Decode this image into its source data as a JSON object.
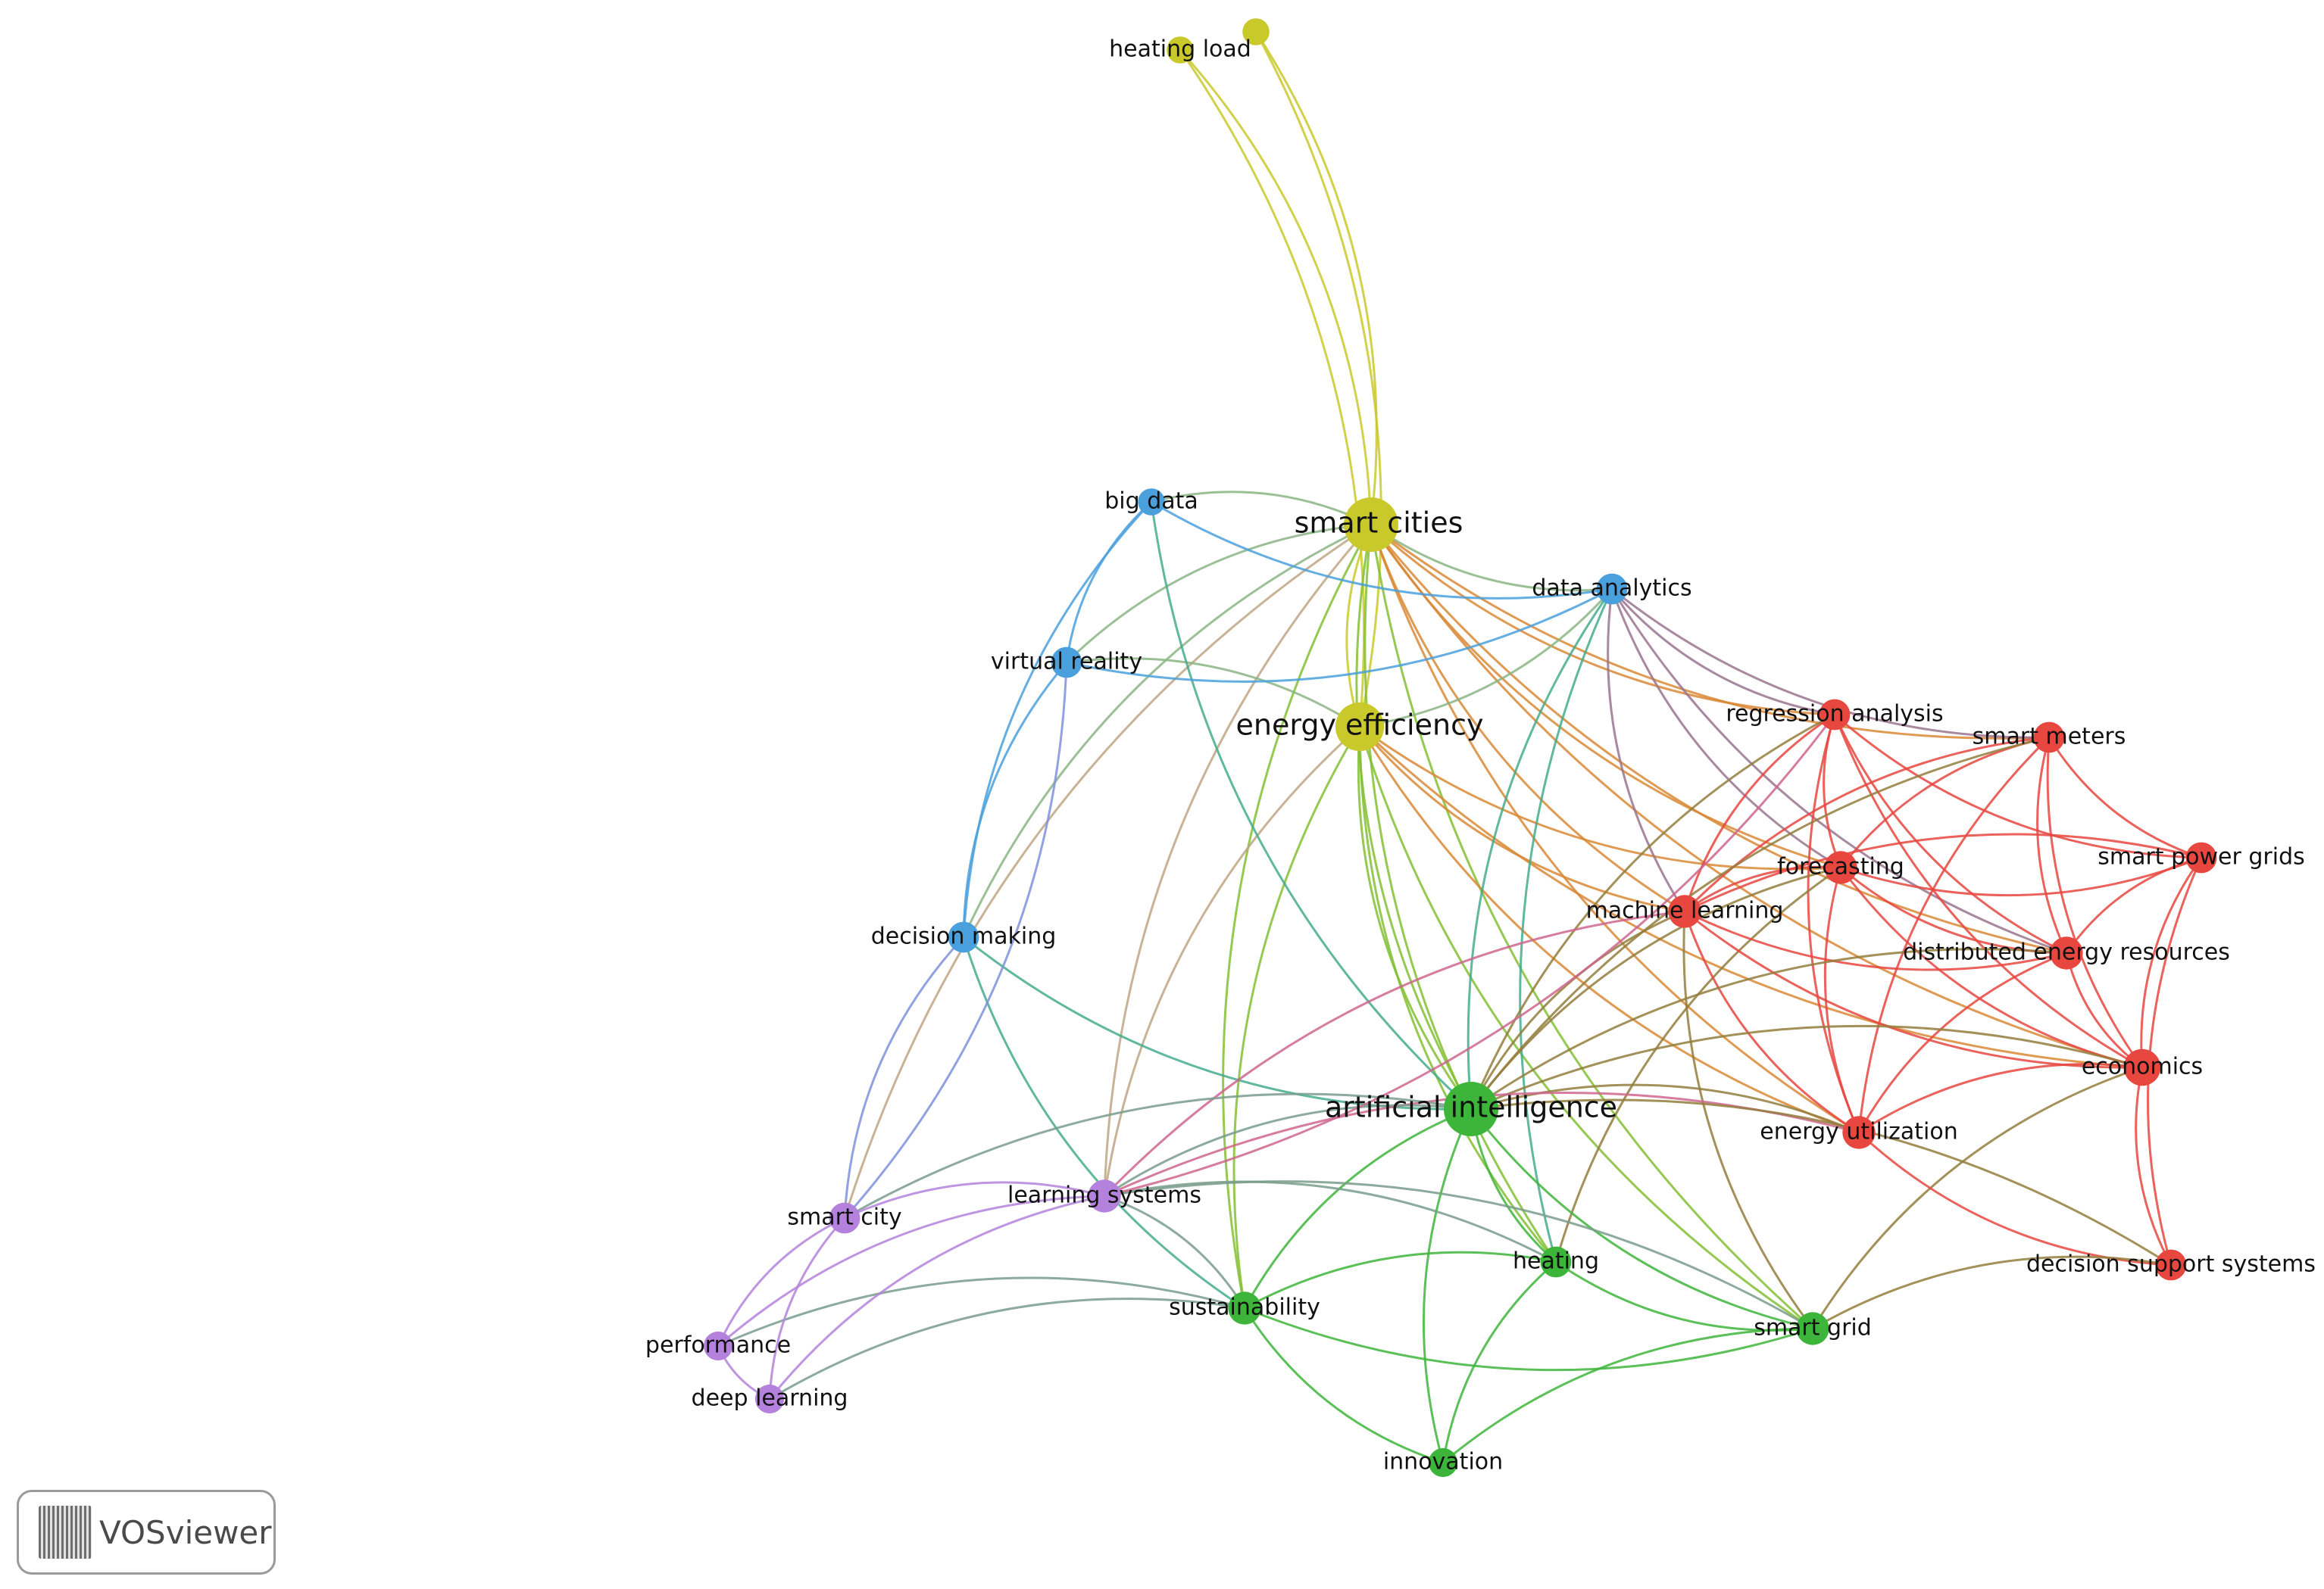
{
  "colors": {
    "red": "#e8473f",
    "green": "#3db53a",
    "blue": "#4aa0dd",
    "yellow": "#c9c92b",
    "purple": "#b482dc",
    "label": "#111111"
  },
  "nodes": [
    {
      "id": "smart_cities",
      "label": "smart cities",
      "cluster": "yellow",
      "weight": 1.0
    },
    {
      "id": "heating_load",
      "label": "heating load",
      "cluster": "yellow",
      "weight": 0.3
    },
    {
      "id": "yellow_unlabeled",
      "label": "",
      "cluster": "yellow",
      "weight": 0.3
    },
    {
      "id": "energy_efficiency",
      "label": "energy efficiency",
      "cluster": "yellow",
      "weight": 0.85
    },
    {
      "id": "big_data",
      "label": "big data",
      "cluster": "blue",
      "weight": 0.3
    },
    {
      "id": "virtual_reality",
      "label": "virtual reality",
      "cluster": "blue",
      "weight": 0.4
    },
    {
      "id": "data_analytics",
      "label": "data analytics",
      "cluster": "blue",
      "weight": 0.4
    },
    {
      "id": "decision_making",
      "label": "decision making",
      "cluster": "blue",
      "weight": 0.4
    },
    {
      "id": "regression_analysis",
      "label": "regression analysis",
      "cluster": "red",
      "weight": 0.4
    },
    {
      "id": "smart_meters",
      "label": "smart meters",
      "cluster": "red",
      "weight": 0.4
    },
    {
      "id": "forecasting",
      "label": "forecasting",
      "cluster": "red",
      "weight": 0.45
    },
    {
      "id": "smart_power_grids",
      "label": "smart power grids",
      "cluster": "red",
      "weight": 0.4
    },
    {
      "id": "machine_learning",
      "label": "machine learning",
      "cluster": "red",
      "weight": 0.45
    },
    {
      "id": "distributed_energy_resources",
      "label": "distributed energy resources",
      "cluster": "red",
      "weight": 0.45
    },
    {
      "id": "economics",
      "label": "economics",
      "cluster": "red",
      "weight": 0.55
    },
    {
      "id": "energy_utilization",
      "label": "energy utilization",
      "cluster": "red",
      "weight": 0.45
    },
    {
      "id": "decision_support_systems",
      "label": "decision support systems",
      "cluster": "red",
      "weight": 0.4
    },
    {
      "id": "artificial_intelligence",
      "label": "artificial intelligence",
      "cluster": "green",
      "weight": 1.0
    },
    {
      "id": "heating",
      "label": "heating",
      "cluster": "green",
      "weight": 0.4
    },
    {
      "id": "sustainability",
      "label": "sustainability",
      "cluster": "green",
      "weight": 0.45
    },
    {
      "id": "smart_grid",
      "label": "smart grid",
      "cluster": "green",
      "weight": 0.45
    },
    {
      "id": "innovation",
      "label": "innovation",
      "cluster": "green",
      "weight": 0.35
    },
    {
      "id": "learning_systems",
      "label": "learning systems",
      "cluster": "purple",
      "weight": 0.45
    },
    {
      "id": "smart_city",
      "label": "smart city",
      "cluster": "purple",
      "weight": 0.4
    },
    {
      "id": "performance",
      "label": "performance",
      "cluster": "purple",
      "weight": 0.35
    },
    {
      "id": "deep_learning",
      "label": "deep learning",
      "cluster": "purple",
      "weight": 0.35
    }
  ],
  "edges": [
    [
      "smart_cities",
      "heating_load"
    ],
    [
      "smart_cities",
      "yellow_unlabeled"
    ],
    [
      "energy_efficiency",
      "heating_load"
    ],
    [
      "energy_efficiency",
      "yellow_unlabeled"
    ],
    [
      "smart_cities",
      "energy_efficiency"
    ],
    [
      "smart_cities",
      "big_data"
    ],
    [
      "smart_cities",
      "virtual_reality"
    ],
    [
      "smart_cities",
      "data_analytics"
    ],
    [
      "smart_cities",
      "regression_analysis"
    ],
    [
      "smart_cities",
      "smart_meters"
    ],
    [
      "smart_cities",
      "forecasting"
    ],
    [
      "smart_cities",
      "machine_learning"
    ],
    [
      "smart_cities",
      "distributed_energy_resources"
    ],
    [
      "smart_cities",
      "economics"
    ],
    [
      "smart_cities",
      "energy_utilization"
    ],
    [
      "smart_cities",
      "artificial_intelligence"
    ],
    [
      "smart_cities",
      "heating"
    ],
    [
      "smart_cities",
      "sustainability"
    ],
    [
      "smart_cities",
      "smart_grid"
    ],
    [
      "smart_cities",
      "decision_making"
    ],
    [
      "smart_cities",
      "smart_city"
    ],
    [
      "smart_cities",
      "learning_systems"
    ],
    [
      "energy_efficiency",
      "virtual_reality"
    ],
    [
      "energy_efficiency",
      "data_analytics"
    ],
    [
      "energy_efficiency",
      "machine_learning"
    ],
    [
      "energy_efficiency",
      "forecasting"
    ],
    [
      "energy_efficiency",
      "economics"
    ],
    [
      "energy_efficiency",
      "energy_utilization"
    ],
    [
      "energy_efficiency",
      "artificial_intelligence"
    ],
    [
      "energy_efficiency",
      "heating"
    ],
    [
      "energy_efficiency",
      "sustainability"
    ],
    [
      "energy_efficiency",
      "smart_grid"
    ],
    [
      "energy_efficiency",
      "learning_systems"
    ],
    [
      "big_data",
      "virtual_reality"
    ],
    [
      "big_data",
      "data_analytics"
    ],
    [
      "big_data",
      "decision_making"
    ],
    [
      "big_data",
      "artificial_intelligence"
    ],
    [
      "virtual_reality",
      "decision_making"
    ],
    [
      "virtual_reality",
      "data_analytics"
    ],
    [
      "data_analytics",
      "regression_analysis"
    ],
    [
      "data_analytics",
      "forecasting"
    ],
    [
      "data_analytics",
      "smart_meters"
    ],
    [
      "data_analytics",
      "machine_learning"
    ],
    [
      "data_analytics",
      "distributed_energy_resources"
    ],
    [
      "data_analytics",
      "heating"
    ],
    [
      "data_analytics",
      "artificial_intelligence"
    ],
    [
      "decision_making",
      "smart_city"
    ],
    [
      "decision_making",
      "artificial_intelligence"
    ],
    [
      "decision_making",
      "sustainability"
    ],
    [
      "regression_analysis",
      "forecasting"
    ],
    [
      "regression_analysis",
      "machine_learning"
    ],
    [
      "regression_analysis",
      "economics"
    ],
    [
      "regression_analysis",
      "distributed_energy_resources"
    ],
    [
      "regression_analysis",
      "smart_power_grids"
    ],
    [
      "regression_analysis",
      "energy_utilization"
    ],
    [
      "regression_analysis",
      "artificial_intelligence"
    ],
    [
      "smart_meters",
      "forecasting"
    ],
    [
      "smart_meters",
      "smart_power_grids"
    ],
    [
      "smart_meters",
      "distributed_energy_resources"
    ],
    [
      "smart_meters",
      "economics"
    ],
    [
      "smart_meters",
      "machine_learning"
    ],
    [
      "smart_meters",
      "energy_utilization"
    ],
    [
      "smart_meters",
      "artificial_intelligence"
    ],
    [
      "forecasting",
      "machine_learning"
    ],
    [
      "forecasting",
      "smart_power_grids"
    ],
    [
      "forecasting",
      "distributed_energy_resources"
    ],
    [
      "forecasting",
      "economics"
    ],
    [
      "forecasting",
      "energy_utilization"
    ],
    [
      "forecasting",
      "artificial_intelligence"
    ],
    [
      "forecasting",
      "heating"
    ],
    [
      "smart_power_grids",
      "distributed_energy_resources"
    ],
    [
      "smart_power_grids",
      "economics"
    ],
    [
      "smart_power_grids",
      "decision_support_systems"
    ],
    [
      "smart_power_grids",
      "machine_learning"
    ],
    [
      "machine_learning",
      "distributed_energy_resources"
    ],
    [
      "machine_learning",
      "economics"
    ],
    [
      "machine_learning",
      "energy_utilization"
    ],
    [
      "machine_learning",
      "artificial_intelligence"
    ],
    [
      "machine_learning",
      "learning_systems"
    ],
    [
      "machine_learning",
      "smart_grid"
    ],
    [
      "distributed_energy_resources",
      "economics"
    ],
    [
      "distributed_energy_resources",
      "energy_utilization"
    ],
    [
      "distributed_energy_resources",
      "artificial_intelligence"
    ],
    [
      "economics",
      "energy_utilization"
    ],
    [
      "economics",
      "decision_support_systems"
    ],
    [
      "economics",
      "artificial_intelligence"
    ],
    [
      "economics",
      "smart_grid"
    ],
    [
      "energy_utilization",
      "decision_support_systems"
    ],
    [
      "energy_utilization",
      "artificial_intelligence"
    ],
    [
      "energy_utilization",
      "learning_systems"
    ],
    [
      "decision_support_systems",
      "artificial_intelligence"
    ],
    [
      "decision_support_systems",
      "smart_grid"
    ],
    [
      "artificial_intelligence",
      "heating"
    ],
    [
      "artificial_intelligence",
      "sustainability"
    ],
    [
      "artificial_intelligence",
      "smart_grid"
    ],
    [
      "artificial_intelligence",
      "innovation"
    ],
    [
      "artificial_intelligence",
      "learning_systems"
    ],
    [
      "artificial_intelligence",
      "smart_city"
    ],
    [
      "heating",
      "sustainability"
    ],
    [
      "heating",
      "smart_grid"
    ],
    [
      "heating",
      "innovation"
    ],
    [
      "heating",
      "learning_systems"
    ],
    [
      "sustainability",
      "smart_grid"
    ],
    [
      "sustainability",
      "innovation"
    ],
    [
      "sustainability",
      "learning_systems"
    ],
    [
      "sustainability",
      "performance"
    ],
    [
      "sustainability",
      "deep_learning"
    ],
    [
      "smart_grid",
      "innovation"
    ],
    [
      "smart_grid",
      "learning_systems"
    ],
    [
      "learning_systems",
      "smart_city"
    ],
    [
      "learning_systems",
      "performance"
    ],
    [
      "learning_systems",
      "deep_learning"
    ],
    [
      "learning_systems",
      "regression_analysis"
    ],
    [
      "smart_city",
      "performance"
    ],
    [
      "smart_city",
      "deep_learning"
    ],
    [
      "smart_city",
      "virtual_reality"
    ],
    [
      "performance",
      "deep_learning"
    ]
  ],
  "badge": {
    "label": "VOSviewer",
    "logo_icon": "vosviewer-logo-icon"
  }
}
